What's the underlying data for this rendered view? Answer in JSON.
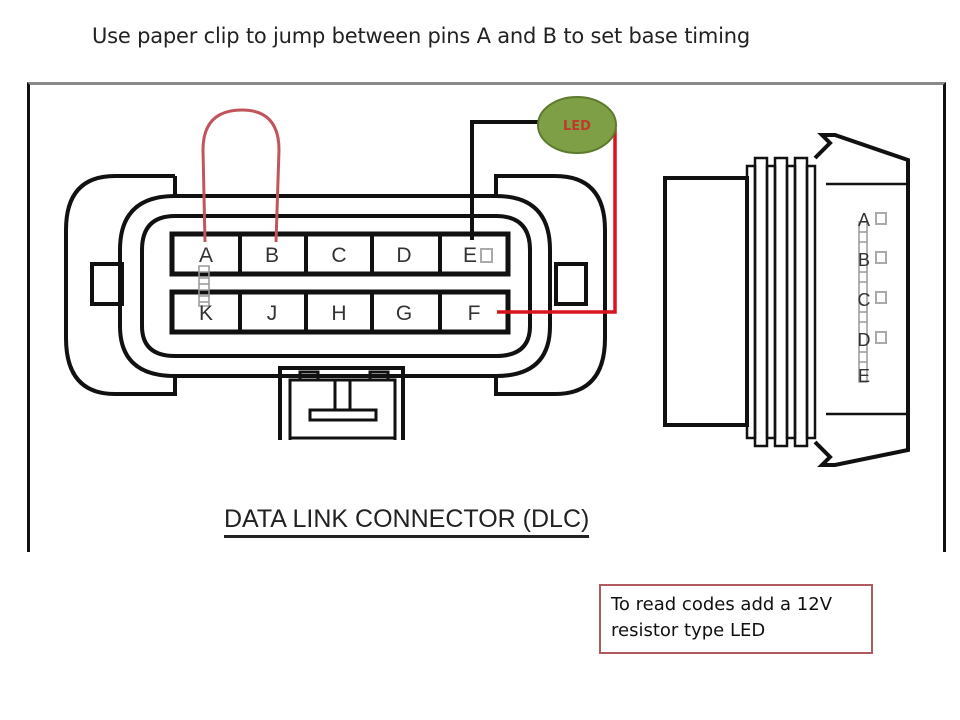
{
  "title": "Use paper clip to jump between pins A and B to set base timing",
  "connector": {
    "caption": "DATA LINK CONNECTOR (DLC)",
    "top_row_pins": [
      "A",
      "B",
      "C",
      "D",
      "E"
    ],
    "bottom_row_pins": [
      "K",
      "J",
      "H",
      "G",
      "F"
    ],
    "side_view_pins": [
      "A",
      "B",
      "C",
      "D",
      "E"
    ]
  },
  "led": {
    "label": "LED",
    "fill_color": "#7f9f46",
    "border_color": "#5d7a2e",
    "label_color": "#c0392b"
  },
  "wires": {
    "jumper_color": "#c0565b",
    "led_negative_color": "#111111",
    "led_positive_color": "#d9141c",
    "jumper_between": [
      "A",
      "B"
    ],
    "led_pin_black": "E",
    "led_pin_red": "F"
  },
  "note": {
    "line1": "To read codes add a 12V",
    "line2": "resistor type LED",
    "border_color": "#b05a5f"
  }
}
